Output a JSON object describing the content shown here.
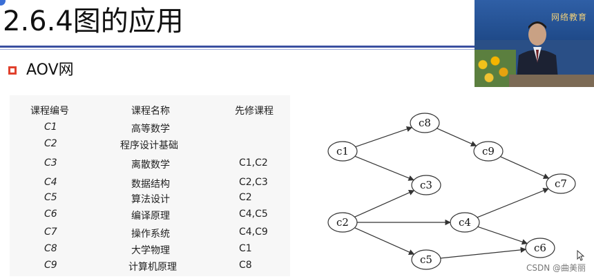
{
  "slide": {
    "title": "2.6.4图的应用",
    "subtitle": "AOV网"
  },
  "table": {
    "headers": [
      "课程编号",
      "课程名称",
      "先修课程"
    ],
    "rows": [
      {
        "code": "C1",
        "name": "高等数学",
        "pre": ""
      },
      {
        "code": "C2",
        "name": "程序设计基础",
        "pre": ""
      },
      {
        "code": "C3",
        "name": "离散数学",
        "pre": "C1,C2"
      },
      {
        "code": "C4",
        "name": "数据结构",
        "pre": "C2,C3"
      },
      {
        "code": "C5",
        "name": "算法设计",
        "pre": "C2"
      },
      {
        "code": "C6",
        "name": "编译原理",
        "pre": "C4,C5"
      },
      {
        "code": "C7",
        "name": "操作系统",
        "pre": "C4,C9"
      },
      {
        "code": "C8",
        "name": "大学物理",
        "pre": "C1"
      },
      {
        "code": "C9",
        "name": "计算机原理",
        "pre": "C8"
      }
    ]
  },
  "graph": {
    "nodes": [
      "c1",
      "c2",
      "c3",
      "c4",
      "c5",
      "c6",
      "c7",
      "c8",
      "c9"
    ],
    "edges": [
      [
        "c1",
        "c8"
      ],
      [
        "c1",
        "c3"
      ],
      [
        "c2",
        "c3"
      ],
      [
        "c2",
        "c4"
      ],
      [
        "c2",
        "c5"
      ],
      [
        "c8",
        "c9"
      ],
      [
        "c9",
        "c7"
      ],
      [
        "c4",
        "c7"
      ],
      [
        "c4",
        "c6"
      ],
      [
        "c5",
        "c6"
      ]
    ]
  },
  "webcam": {
    "banner_text": "网络教育",
    "accent": "#2f5fa6"
  },
  "watermark": "CSDN @曲美丽",
  "colors": {
    "rule": "#3a4fa0",
    "bullet": "#e0402c"
  }
}
